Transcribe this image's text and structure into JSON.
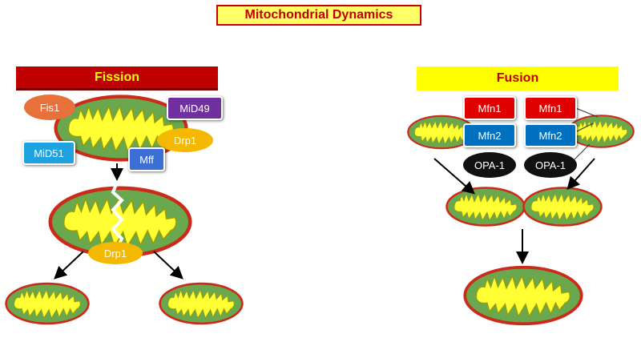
{
  "title": "Mitochondrial Dynamics",
  "fission": {
    "label": "Fission",
    "proteins": {
      "fis1": "Fis1",
      "mid49": "MiD49",
      "mid51": "MiD51",
      "drp1": "Drp1",
      "mff": "Mff",
      "drp1_constriction": "Drp1"
    }
  },
  "fusion": {
    "label": "Fusion",
    "proteins": {
      "mfn1_left": "Mfn1",
      "mfn1_right": "Mfn1",
      "mfn2_left": "Mfn2",
      "mfn2_right": "Mfn2",
      "opa1_left": "OPA-1",
      "opa1_right": "OPA-1"
    }
  },
  "colors": {
    "outer_membrane": "#cc2a1a",
    "matrix": "#6aa84f",
    "cristae": "#ffff33",
    "fis1": "#e8703a",
    "mid49": "#7030a0",
    "mid51": "#1fa3e0",
    "drp1": "#f5b800",
    "mff": "#3b6fd4",
    "mfn1": "#e00000",
    "mfn2": "#0070c0",
    "opa1": "#111111"
  }
}
